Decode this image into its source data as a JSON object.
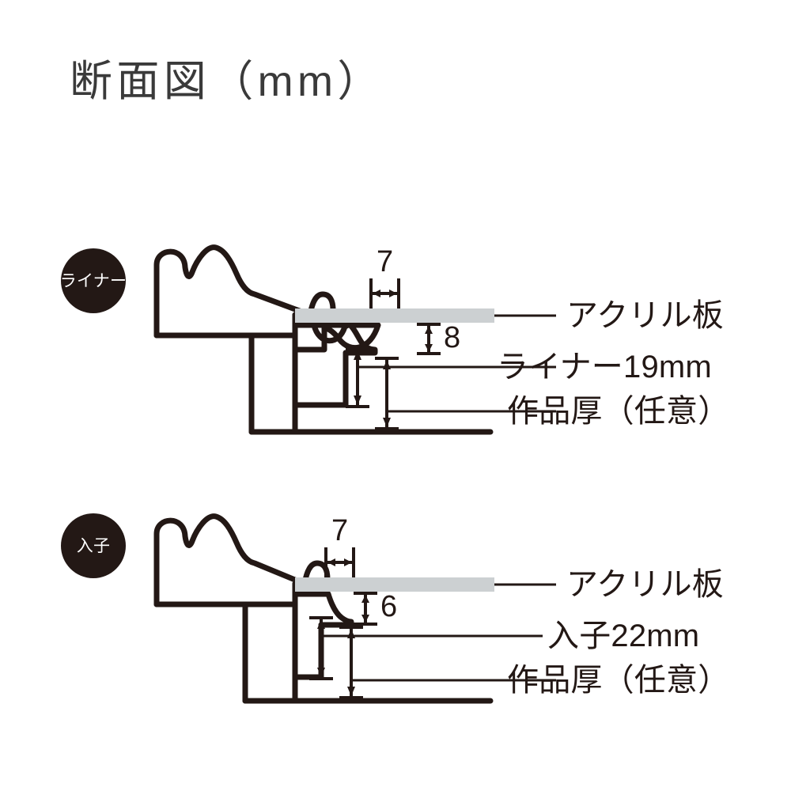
{
  "page": {
    "title": "断面図（mm）",
    "background_color": "#ffffff",
    "ink_color": "#231815",
    "acrylic_color": "#ccd0d2"
  },
  "sections": [
    {
      "badge": "ライナー",
      "dimensions": {
        "width_top": "7",
        "height_gap": "8"
      },
      "callouts": [
        {
          "text": "アクリル板"
        },
        {
          "text": "ライナー19mm"
        },
        {
          "text": "作品厚（任意）"
        }
      ]
    },
    {
      "badge": "入子",
      "dimensions": {
        "width_top": "7",
        "height_gap": "6"
      },
      "callouts": [
        {
          "text": "アクリル板"
        },
        {
          "text": "入子22mm"
        },
        {
          "text": "作品厚（任意）"
        }
      ]
    }
  ]
}
